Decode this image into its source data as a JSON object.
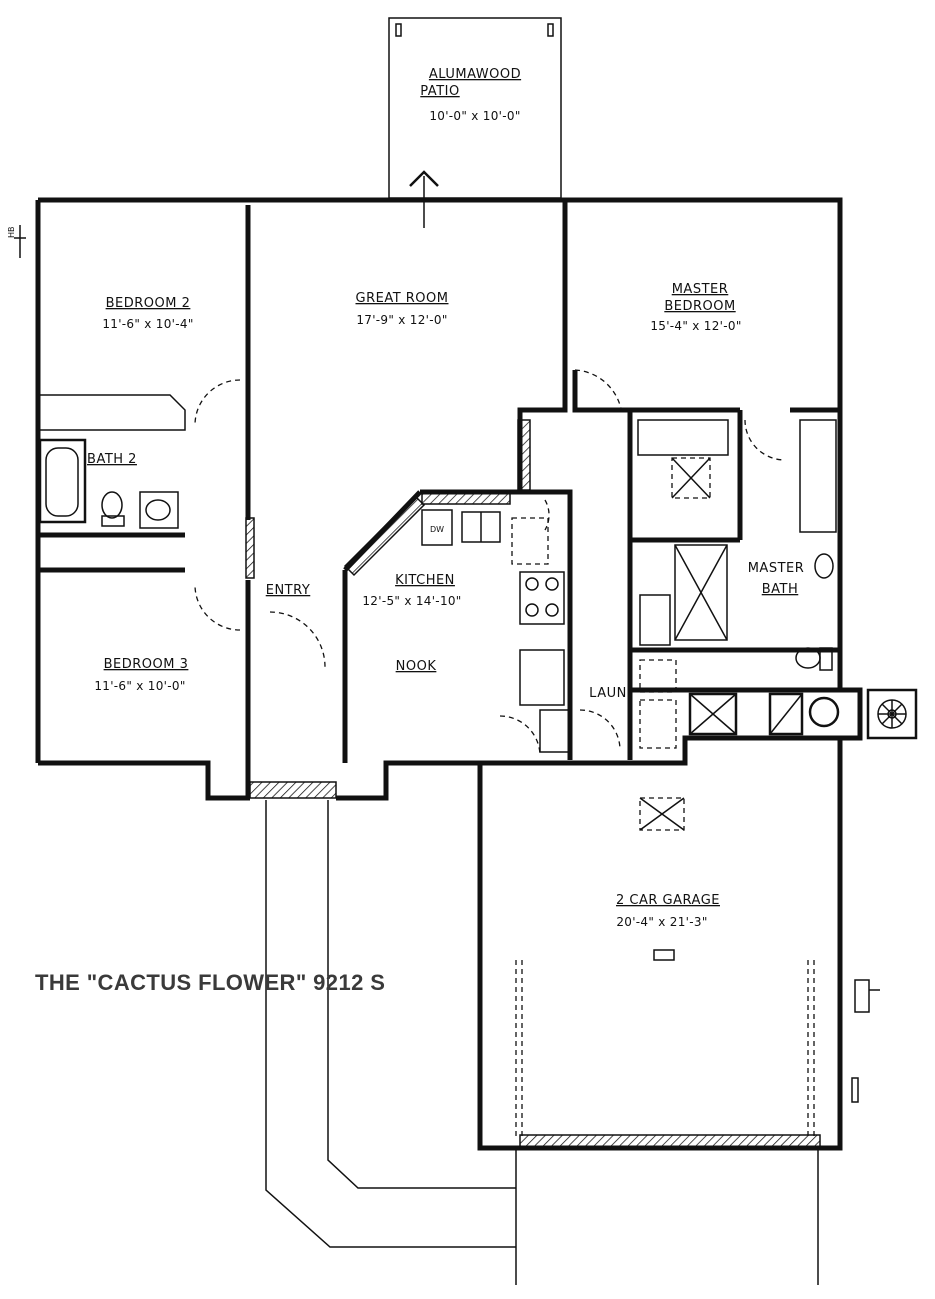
{
  "title": "THE \"CACTUS FLOWER\"  9212 S",
  "rooms": {
    "patio": {
      "name_line1": "ALUMAWOOD",
      "name_line2": "PATIO",
      "size": "10'-0\" x 10'-0\""
    },
    "bedroom2": {
      "name": "BEDROOM 2",
      "size": "11'-6\" x 10'-4\""
    },
    "great_room": {
      "name": "GREAT ROOM",
      "size": "17'-9\" x 12'-0\""
    },
    "master_bedroom": {
      "name_line1": "MASTER",
      "name_line2": "BEDROOM",
      "size": "15'-4\" x 12'-0\""
    },
    "bath2": {
      "name": "BATH 2"
    },
    "kitchen": {
      "name": "KITCHEN",
      "size": "12'-5\" x 14'-10\""
    },
    "nook": {
      "name": "NOOK"
    },
    "entry": {
      "name": "ENTRY"
    },
    "bedroom3": {
      "name": "BEDROOM 3",
      "size": "11'-6\" x 10'-0\""
    },
    "master_bath": {
      "name_line1": "MASTER",
      "name_line2": "BATH"
    },
    "laundry": {
      "name": "LAUN"
    },
    "garage": {
      "name": "2 CAR GARAGE",
      "size": "20'-4\" x 21'-3\""
    }
  },
  "fixtures": {
    "dishwasher": "DW",
    "hose_bib": "HB"
  }
}
